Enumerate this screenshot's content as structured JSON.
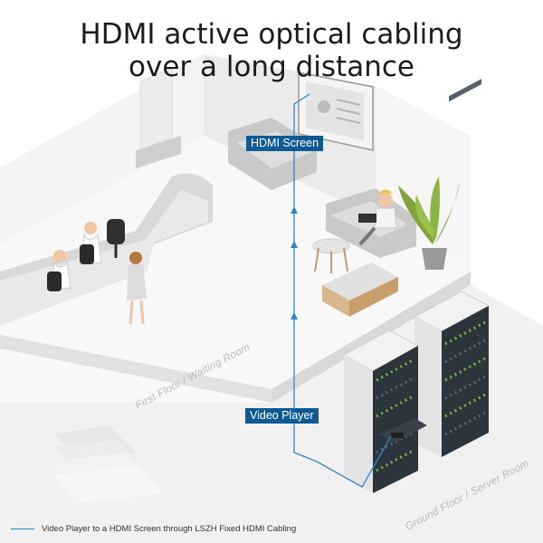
{
  "title": {
    "line1": "HDMI active optical cabling",
    "line2": "over a long distance"
  },
  "labels": {
    "hdmi_screen": "HDMI Screen",
    "video_player": "Video Player"
  },
  "floors": {
    "first": "First Floor / Waiting Room",
    "ground": "Ground Floor / Server Room"
  },
  "legend": {
    "text": "Video Player to a HDMI Screen through LSZH Fixed HDMI Cabling"
  },
  "colors": {
    "label_bg": "#0e5b93",
    "cable": "#2e86c9",
    "floor_text": "#b9b9b9"
  }
}
